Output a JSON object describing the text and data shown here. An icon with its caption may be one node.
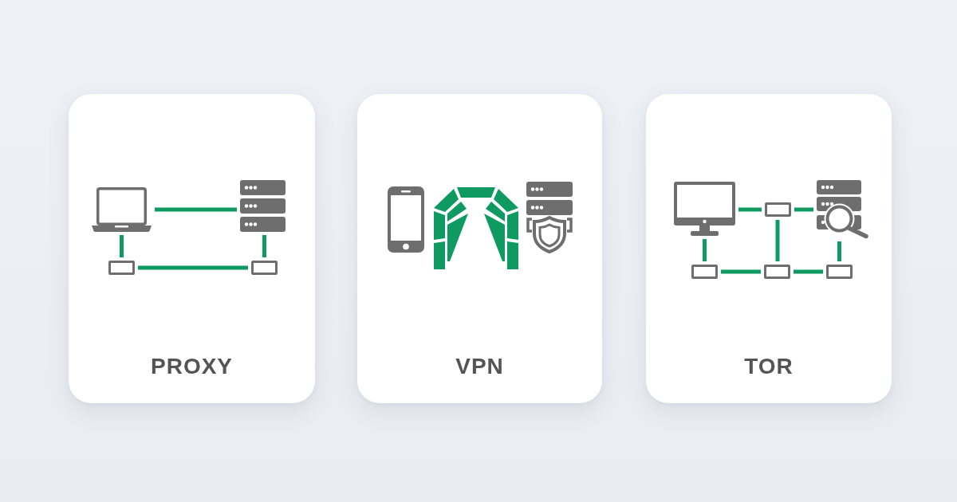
{
  "diagram": {
    "nodes": [
      {
        "text": [
          "PROXY"
        ]
      },
      {
        "text": [],
        "shape": "picture",
        "in": 0
      },
      {
        "text": [],
        "shape": "picture",
        "in": 0
      },
      {
        "text": [],
        "shape": "box",
        "in": 0
      },
      {
        "text": [],
        "shape": "box",
        "in": 0
      },
      {
        "text": [
          "VPN"
        ]
      },
      {
        "text": [
          "TOR"
        ]
      },
      {
        "text": [],
        "shape": "picture",
        "in": 6
      },
      {
        "text": [],
        "shape": "box",
        "in": 6
      },
      {
        "text": [],
        "shape": "picture",
        "in": 6
      },
      {
        "text": [],
        "shape": "box",
        "in": 6
      },
      {
        "text": [],
        "shape": "box",
        "in": 6
      },
      {
        "text": [],
        "shape": "box",
        "in": 6
      }
    ],
    "edges": [
      {
        "from": 1,
        "to": 2,
        "arrow": "none"
      },
      {
        "from": 1,
        "to": 3,
        "arrow": "none"
      },
      {
        "from": 3,
        "to": 4,
        "arrow": "none"
      },
      {
        "from": 2,
        "to": 4,
        "arrow": "none"
      },
      {
        "from": 7,
        "to": 8,
        "arrow": "none"
      },
      {
        "from": 8,
        "to": 9,
        "arrow": "none"
      },
      {
        "from": 7,
        "to": 10,
        "arrow": "none"
      },
      {
        "from": 8,
        "to": 11,
        "arrow": "none"
      },
      {
        "from": 9,
        "to": 12,
        "arrow": "none"
      },
      {
        "from": 10,
        "to": 11,
        "arrow": "none"
      },
      {
        "from": 11,
        "to": 12,
        "arrow": "none"
      }
    ]
  }
}
